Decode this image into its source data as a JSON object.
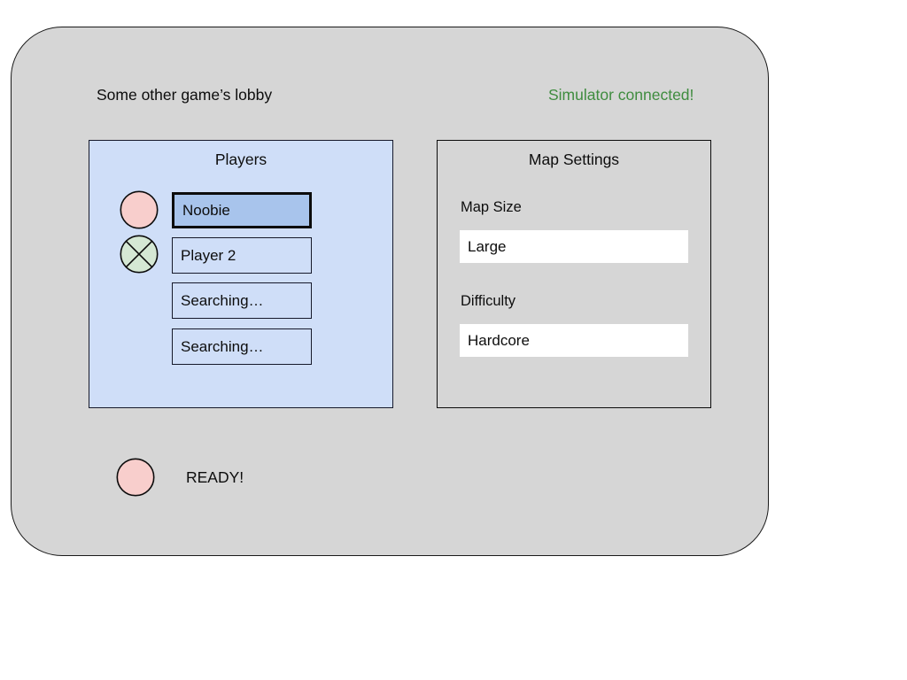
{
  "window": {
    "title": "Some other game’s lobby",
    "status": "Simulator connected!",
    "status_color": "#3f8c3f",
    "background_color": "#d6d6d6"
  },
  "players_panel": {
    "title": "Players",
    "background_color": "#cfdef8",
    "border_color": "#16192b",
    "selected_row_color": "#a8c4ec",
    "rows": [
      {
        "label": "Noobie",
        "selected": true,
        "icon": "circle-pink-icon",
        "icon_fill": "#f8cecc",
        "has_cross": false
      },
      {
        "label": "Player 2",
        "selected": false,
        "icon": "circle-green-x-icon",
        "icon_fill": "#d5e8d4",
        "has_cross": true
      },
      {
        "label": "Searching…",
        "selected": false,
        "icon": "none",
        "icon_fill": "",
        "has_cross": false
      },
      {
        "label": "Searching…",
        "selected": false,
        "icon": "none",
        "icon_fill": "",
        "has_cross": false
      }
    ]
  },
  "map_settings_panel": {
    "title": "Map Settings",
    "background_color": "#d6d6d6",
    "border_color": "#0c0c0c",
    "fields": [
      {
        "label": "Map Size",
        "value": "Large"
      },
      {
        "label": "Difficulty",
        "value": "Hardcore"
      }
    ]
  },
  "ready": {
    "label": "READY!",
    "icon": "circle-pink-icon",
    "icon_fill": "#f8cecc",
    "has_cross": false
  }
}
